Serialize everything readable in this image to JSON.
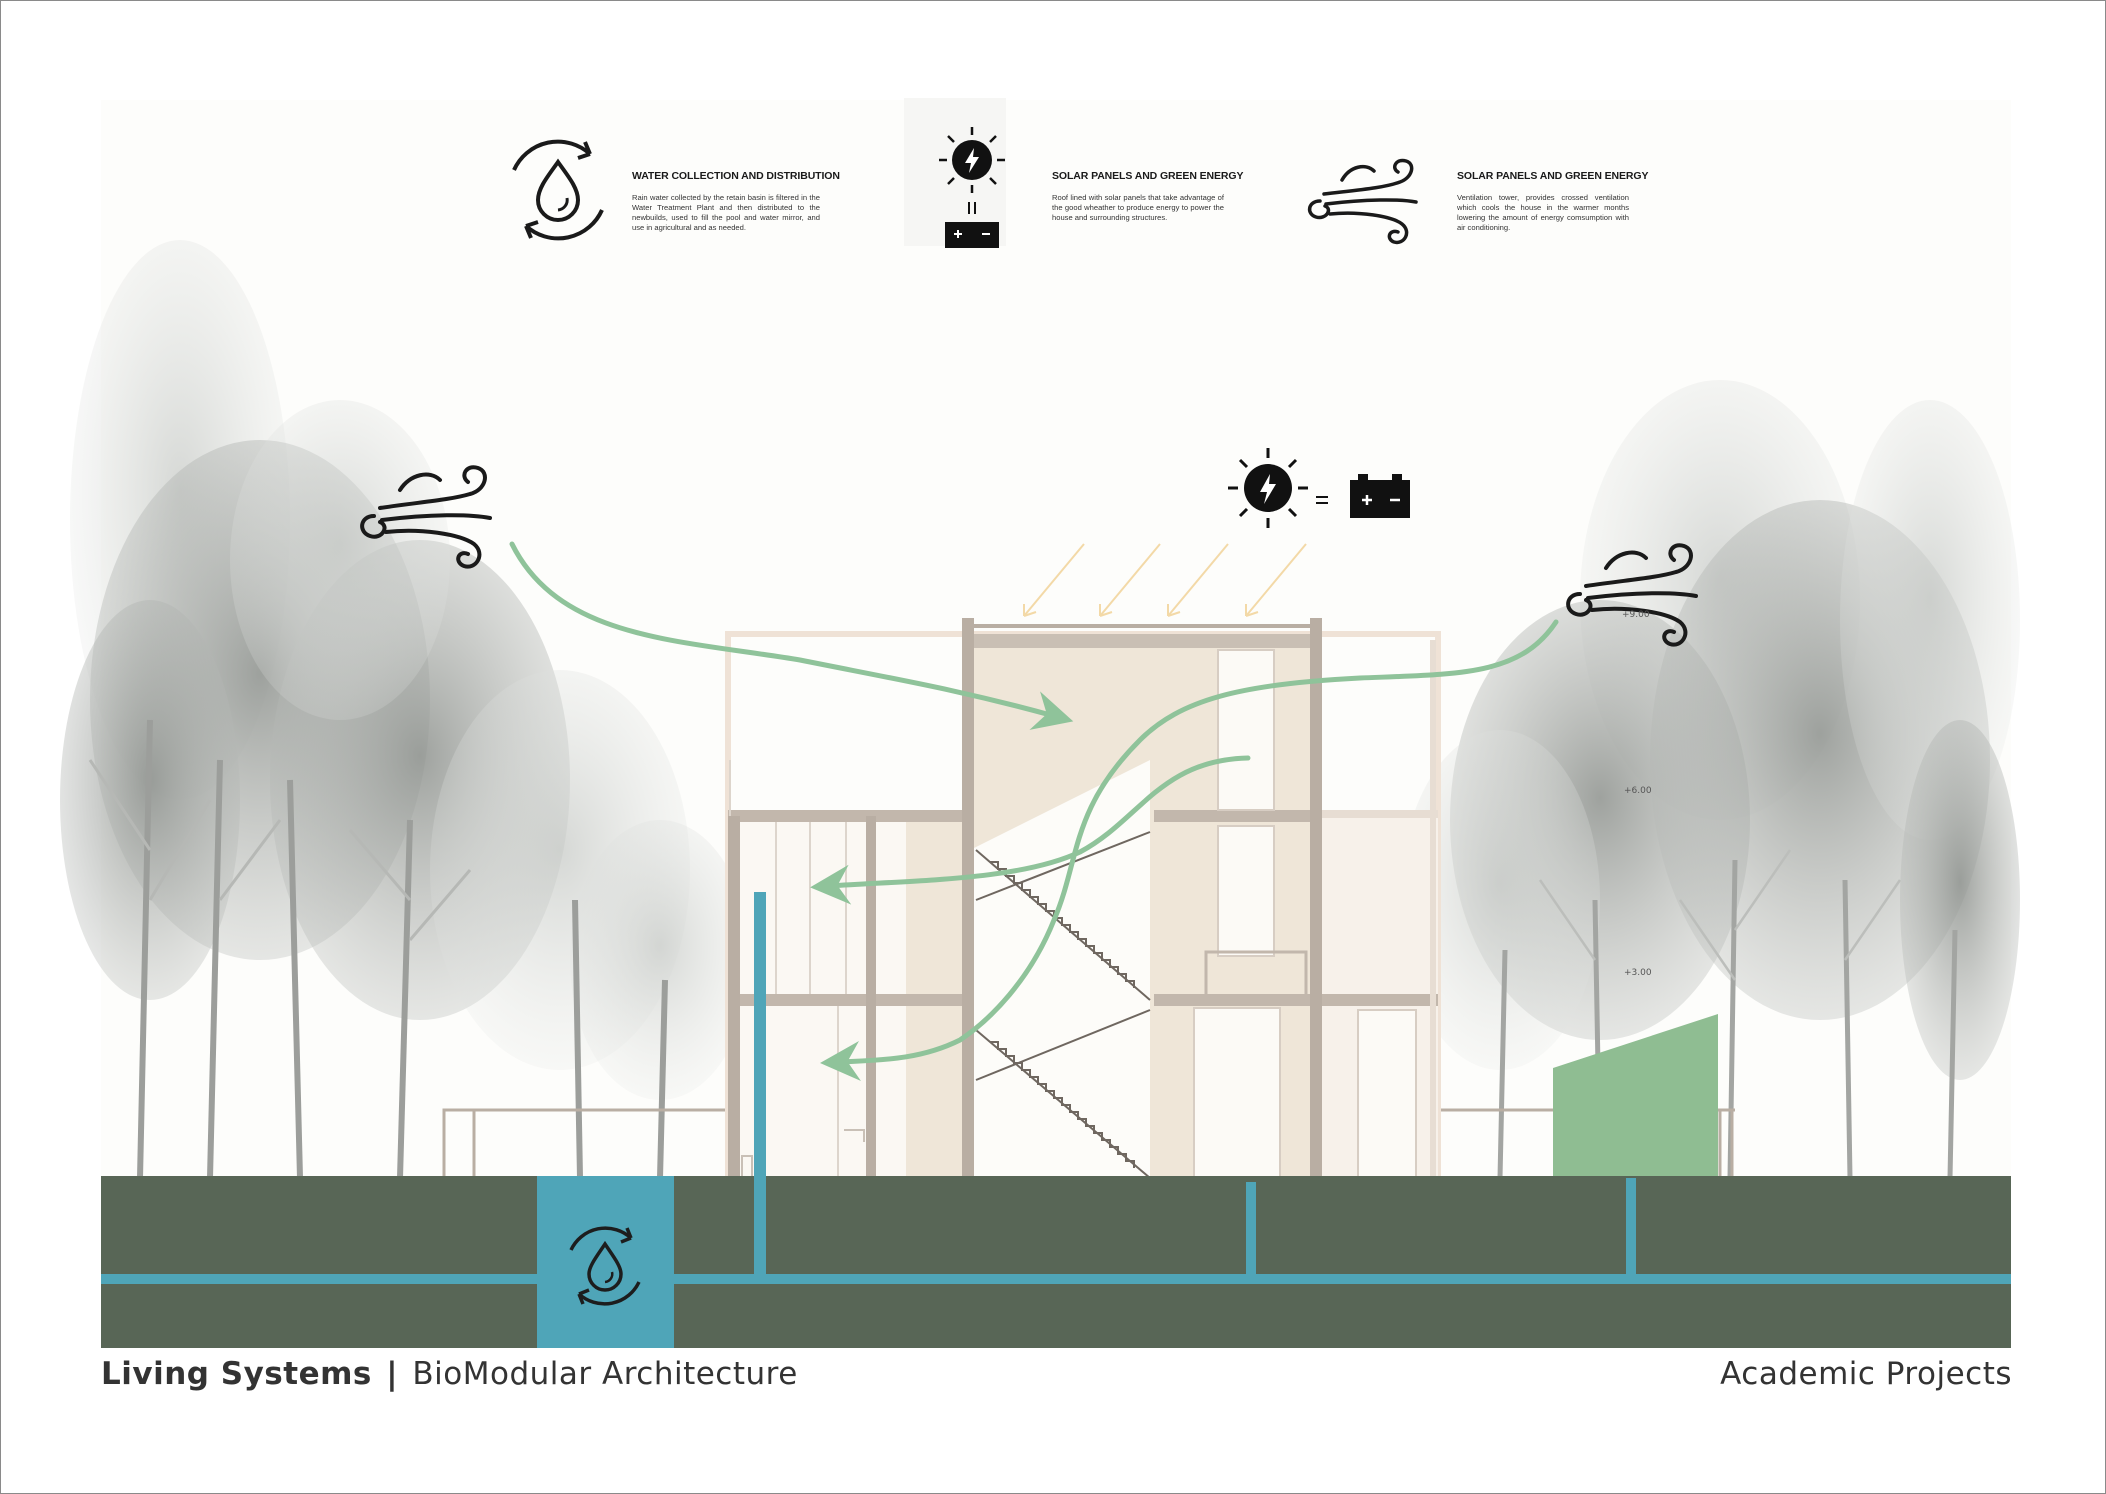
{
  "legend": [
    {
      "icon": "water-cycle-icon",
      "title": "WATER COLLECTION AND DISTRIBUTION",
      "description": "Rain water collected by the retain basin is filtered in the Water Treatment Plant and then distributed to the newbuilds, used to fill the pool and water mirror, and use in agricultural and as needed."
    },
    {
      "icon": "solar-battery-icon",
      "title": "SOLAR PANELS AND GREEN ENERGY",
      "description": "Roof lined with solar panels that take advantage of the good wheather to produce energy to power the house and surrounding structures."
    },
    {
      "icon": "wind-icon",
      "title": "SOLAR PANELS AND GREEN ENERGY",
      "description": "Ventilation tower, provides crossed ventilation which cools the house in the warmer months lowering the amount of energy comsumption with air conditioning."
    }
  ],
  "levels": {
    "roof": "+9.00",
    "second": "+6.00",
    "first": "+3.00"
  },
  "footer": {
    "project": "Living Systems",
    "separator": "|",
    "subtitle": "BioModular Architecture",
    "category": "Academic Projects"
  },
  "colors": {
    "ground": "#586656",
    "water": "#4fa5b8",
    "airflow": "#8fc39a",
    "structure": "#b9aea3",
    "interior": "#efe6d8",
    "sun_rays": "#f3d9a7",
    "greenhouse": "#8fbd92"
  }
}
